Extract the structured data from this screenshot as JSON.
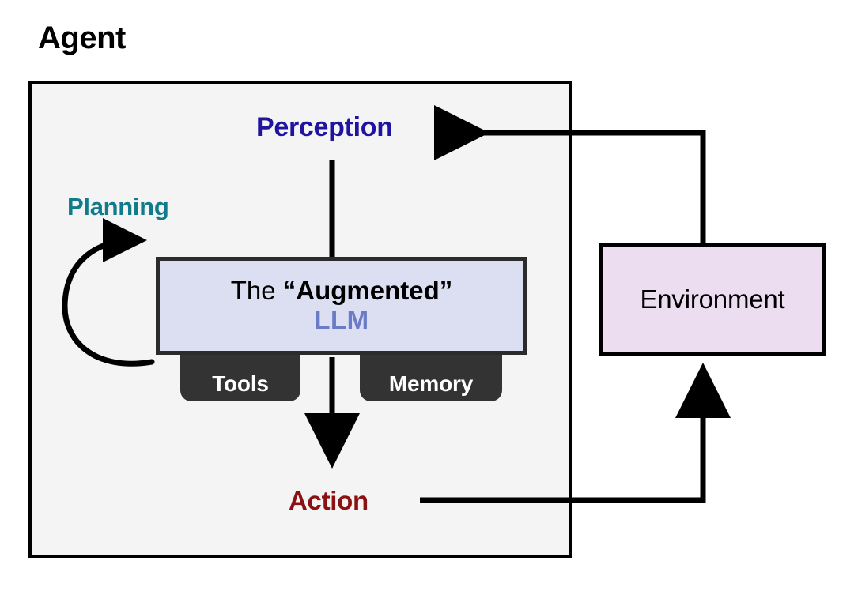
{
  "diagram": {
    "title": "Agent",
    "background_color": "#ffffff",
    "agent_box": {
      "fill": "#f4f4f4",
      "border_color": "#000000"
    },
    "nodes": {
      "perception": {
        "label": "Perception",
        "color": "#1f14a0"
      },
      "planning": {
        "label": "Planning",
        "color": "#107b8a"
      },
      "action": {
        "label": "Action",
        "color": "#8b1212"
      },
      "llm": {
        "line1_prefix": "The ",
        "line1_emphasis": "“Augmented”",
        "line2": "LLM",
        "fill": "#dcdef1",
        "border_color": "#2b2b2b",
        "line2_color": "#6a7bc8"
      },
      "tools": {
        "label": "Tools",
        "fill": "#333333",
        "text_color": "#ffffff"
      },
      "memory": {
        "label": "Memory",
        "fill": "#333333",
        "text_color": "#ffffff"
      },
      "environment": {
        "label": "Environment",
        "fill": "#ecdef0",
        "border_color": "#000000",
        "text_color": "#000000"
      }
    },
    "connectors": {
      "perception_to_llm": "line from Perception down into the Augmented LLM box",
      "llm_to_action": "arrow from the Augmented LLM box down to Action",
      "action_to_environment": "arrow from Action right then up into the bottom of Environment",
      "environment_to_perception": "arrow from top of Environment up then left into Perception",
      "planning_self_loop": "curved self-loop arrow on the left side of the Augmented LLM box",
      "stroke_color": "#000000"
    }
  }
}
